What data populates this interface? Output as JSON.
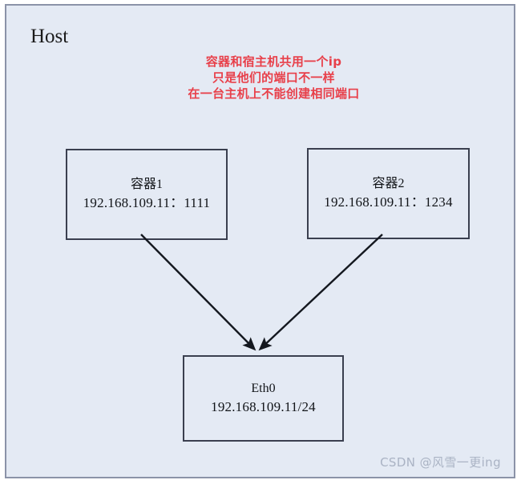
{
  "diagram": {
    "host_label": "Host",
    "annotation": {
      "color": "#e8404a",
      "lines": [
        "容器和宿主机共用一个ip",
        "只是他们的端口不一样",
        "在一台主机上不能创建相同端口"
      ]
    },
    "nodes": [
      {
        "id": "container1",
        "title": "容器1",
        "subtitle": "192.168.109.11：1111"
      },
      {
        "id": "container2",
        "title": "容器2",
        "subtitle": "192.168.109.11：1234"
      },
      {
        "id": "eth0",
        "title": "Eth0",
        "subtitle": "192.168.109.11/24"
      }
    ],
    "edges": [
      {
        "from": "container1",
        "to": "eth0",
        "arrow": "single"
      },
      {
        "from": "container2",
        "to": "eth0",
        "arrow": "single"
      }
    ],
    "colors": {
      "panel_background": "#e4eaf4",
      "panel_border": "#8b93a8",
      "node_border": "#3a3f4f",
      "node_text": "#111418",
      "arrow": "#14181f",
      "watermark": "#aab3c4"
    }
  },
  "watermark": {
    "text": "CSDN @风雪一更ing"
  }
}
